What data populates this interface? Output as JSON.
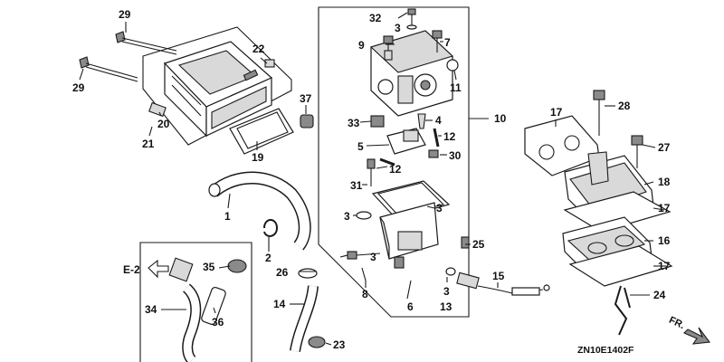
{
  "diagram_code": "ZN10E1402F",
  "direction_label": "FR.",
  "ref_label": "E-2",
  "callouts": [
    "1",
    "2",
    "3",
    "4",
    "5",
    "6",
    "7",
    "8",
    "9",
    "10",
    "11",
    "12",
    "13",
    "14",
    "15",
    "16",
    "17",
    "18",
    "19",
    "20",
    "21",
    "22",
    "23",
    "24",
    "25",
    "26",
    "27",
    "28",
    "29",
    "30",
    "31",
    "32",
    "33",
    "34",
    "35",
    "36",
    "37"
  ],
  "part_numbers": {
    "p29a": "29",
    "p29b": "29",
    "p22": "22",
    "p20": "20",
    "p21": "21",
    "p19": "19",
    "p37": "37",
    "p32": "32",
    "p3a": "3",
    "p9": "9",
    "p7": "7",
    "p11": "11",
    "p33": "33",
    "p4": "4",
    "p10": "10",
    "p5": "5",
    "p12a": "12",
    "p12b": "12",
    "p30": "30",
    "p31": "31",
    "p3b": "3",
    "p3c": "3",
    "p1": "1",
    "p2": "2",
    "p25": "25",
    "p3d": "3",
    "p8": "8",
    "p3e": "3",
    "p13": "13",
    "p6": "6",
    "p15": "15",
    "p26": "26",
    "p14": "14",
    "p23": "23",
    "p35": "35",
    "p34": "34",
    "p36": "36",
    "p17a": "17",
    "p28": "28",
    "p27": "27",
    "p18": "18",
    "p17b": "17",
    "p16": "16",
    "p17c": "17",
    "p24": "24"
  }
}
